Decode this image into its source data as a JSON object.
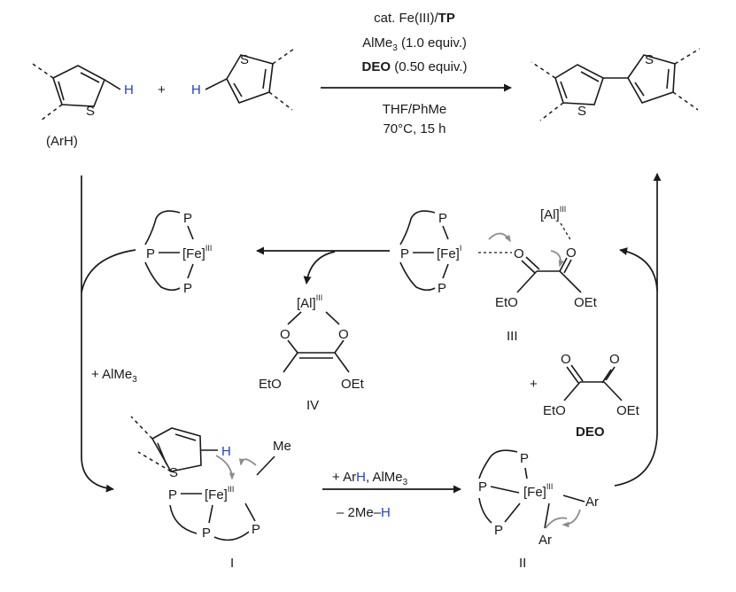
{
  "conditions": {
    "catalyst_prefix": "cat. Fe(III)/",
    "catalyst_ligand": "TP",
    "almet_base": "AlMe",
    "almet_sub": "3",
    "almet_amount": " (1.0 equiv.)",
    "deo_name": "DEO",
    "deo_amount": " (0.50 equiv.)",
    "solvent": "THF/PhMe",
    "temp_time": "70°C, 15 h"
  },
  "reactants": {
    "arh_label": "(ArH)",
    "h_atom": "H",
    "s_atom": "S",
    "plus": "+"
  },
  "cycle": {
    "fe3": "[Fe]",
    "fe3_ox": "III",
    "fe1": "[Fe]",
    "fe1_ox": "I",
    "al": "[Al]",
    "al_ox": "III",
    "p_atom": "P",
    "o_atom": "O",
    "s_atom": "S",
    "oet": "OEt",
    "eto": "EtO",
    "me": "Me",
    "ar": "Ar",
    "h_atom": "H",
    "add_almet_prefix": "+ AlMe",
    "add_almet_sub": "3",
    "add_arh_prefix": "+ Ar",
    "add_arh_h": "H",
    "add_arh_suffix": ", AlMe",
    "add_arh_sub": "3",
    "elim_prefix": "– 2Me–",
    "elim_h": "H",
    "plus": "+",
    "deo_label": "DEO",
    "label_I": "I",
    "label_II": "II",
    "label_III": "III",
    "label_IV": "IV"
  }
}
